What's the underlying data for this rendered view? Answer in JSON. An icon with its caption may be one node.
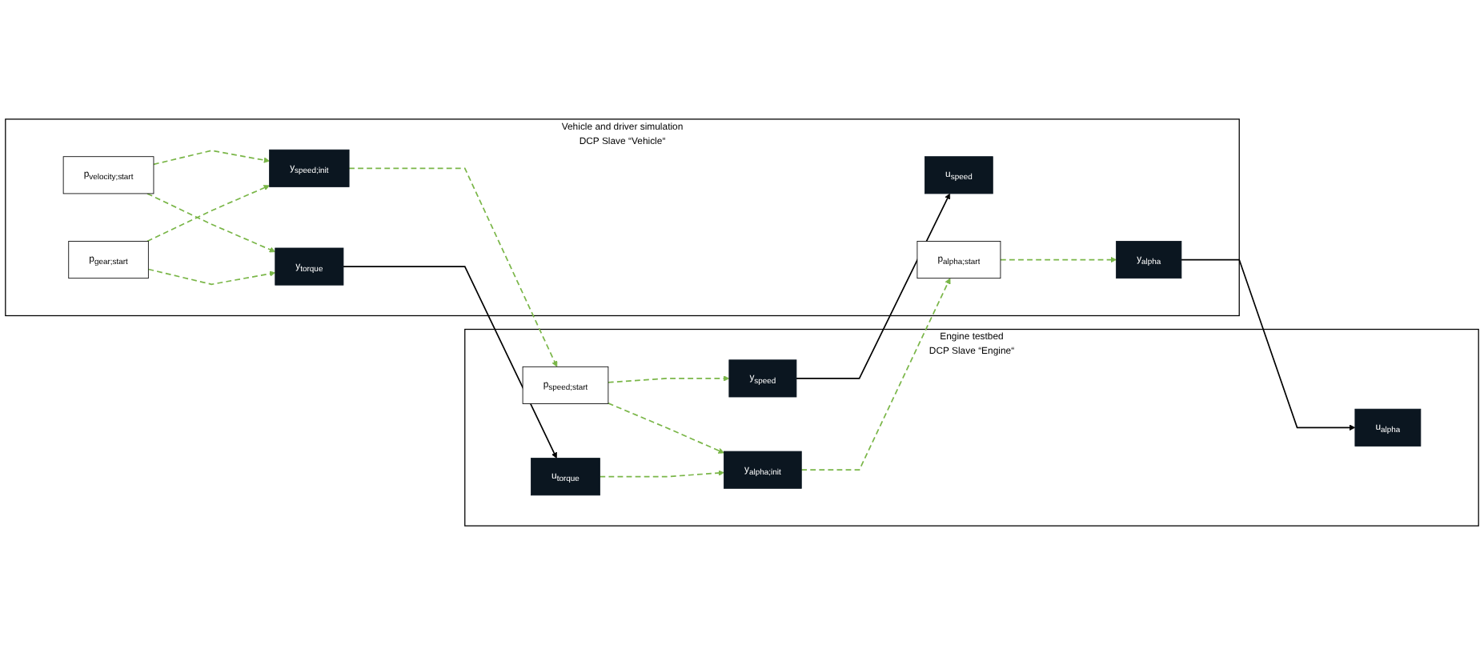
{
  "diagram": {
    "nodes": [
      {
        "text": [
          "Vehicle and driver simulation",
          "DCP Slave “Vehicle“"
        ]
      },
      {
        "text": [
          "u$_{speed}$"
        ],
        "in": 0
      },
      {
        "text": [
          "y$_{alpha}$"
        ],
        "in": 0
      },
      {
        "text": [
          "y$_{torque}$"
        ],
        "in": 0
      },
      {
        "text": [
          "y$_{speed;init}$"
        ],
        "in": 0
      },
      {
        "text": [
          "p$_{alpha;start}$"
        ],
        "in": 0
      },
      {
        "text": [
          "p$_{gear;start}$"
        ],
        "in": 0
      },
      {
        "text": [
          "p$_{velocity;start}$"
        ],
        "in": 0
      },
      {
        "text": [
          "Engine testbed",
          "DCP Slave “Engine“"
        ]
      },
      {
        "text": [
          "u$_{alpha}$"
        ],
        "in": 8
      },
      {
        "text": [
          "u$_{torque}$"
        ],
        "in": 8
      },
      {
        "text": [
          "y$_{speed}$"
        ],
        "in": 8
      },
      {
        "text": [
          "y$_{alpha;init}$"
        ],
        "in": 8
      },
      {
        "text": [
          "p$_{speed;start}$"
        ],
        "in": 8
      }
    ],
    "edges": [
      {
        "from": 11,
        "to": 1,
        "arrow": "to",
        "color": "#000000"
      },
      {
        "from": 2,
        "to": 9,
        "arrow": "to",
        "color": "#000000"
      },
      {
        "from": 3,
        "to": 10,
        "arrow": "to",
        "color": "#000000"
      },
      {
        "from": 5,
        "to": 2,
        "arrow": "to",
        "style": "dashed"
      },
      {
        "from": 6,
        "to": 3,
        "arrow": "to",
        "style": "dashed"
      },
      {
        "from": 7,
        "to": 3,
        "arrow": "to",
        "style": "dashed"
      },
      {
        "from": 6,
        "to": 4,
        "arrow": "to",
        "style": "dashed"
      },
      {
        "from": 7,
        "to": 4,
        "arrow": "to",
        "style": "dashed"
      },
      {
        "from": 10,
        "to": 12,
        "arrow": "to",
        "style": "dashed"
      },
      {
        "from": 13,
        "to": 11,
        "arrow": "to",
        "style": "dashed"
      },
      {
        "from": 13,
        "to": 12,
        "arrow": "to",
        "style": "dashed"
      },
      {
        "from": 4,
        "to": 13,
        "arrow": "to",
        "style": "dashed"
      },
      {
        "from": 12,
        "to": 5,
        "arrow": "to",
        "style": "dashed"
      }
    ]
  }
}
